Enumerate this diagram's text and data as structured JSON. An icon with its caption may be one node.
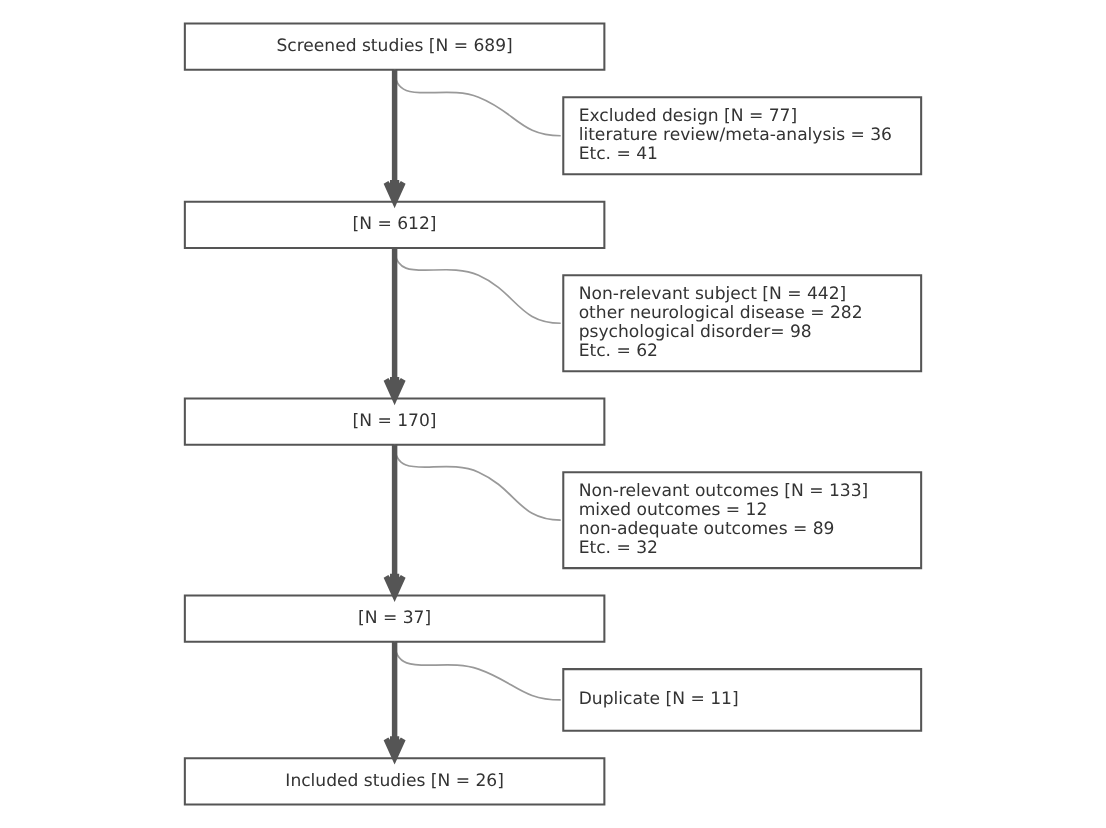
{
  "diagram": {
    "nodes": [
      {
        "text": [
          "Screened studies [N = 689]"
        ]
      },
      {
        "text": [
          "Excluded design [N = 77]",
          "literature review/meta-analysis = 36",
          "Etc. = 41"
        ]
      },
      {
        "text": [
          "[N = 612]"
        ]
      },
      {
        "text": [
          "Non-relevant subject [N = 442]",
          "other neurological disease = 282",
          "psychological disorder= 98",
          "Etc. = 62"
        ]
      },
      {
        "text": [
          "[N = 170]"
        ]
      },
      {
        "text": [
          "Non-relevant outcomes [N = 133]",
          "mixed outcomes = 12",
          "non-adequate outcomes = 89",
          "Etc. = 32"
        ]
      },
      {
        "text": [
          "[N = 37]"
        ]
      },
      {
        "text": [
          "Duplicate [N = 11]"
        ]
      },
      {
        "text": [
          "Included studies [N = 26]"
        ]
      }
    ],
    "edges": [
      {
        "from": 0,
        "to": 2,
        "arrow": "to",
        "style": "thick",
        "color": "#555555"
      },
      {
        "from": 0,
        "to": 1,
        "arrow": "none"
      },
      {
        "from": 2,
        "to": 4,
        "arrow": "to",
        "style": "thick",
        "color": "#555555"
      },
      {
        "from": 2,
        "to": 3,
        "arrow": "none"
      },
      {
        "from": 4,
        "to": 6,
        "arrow": "to",
        "style": "thick",
        "color": "#555555"
      },
      {
        "from": 4,
        "to": 5,
        "arrow": "none"
      },
      {
        "from": 6,
        "to": 8,
        "arrow": "to",
        "style": "thick",
        "color": "#555555"
      },
      {
        "from": 6,
        "to": 7,
        "arrow": "none"
      }
    ]
  }
}
